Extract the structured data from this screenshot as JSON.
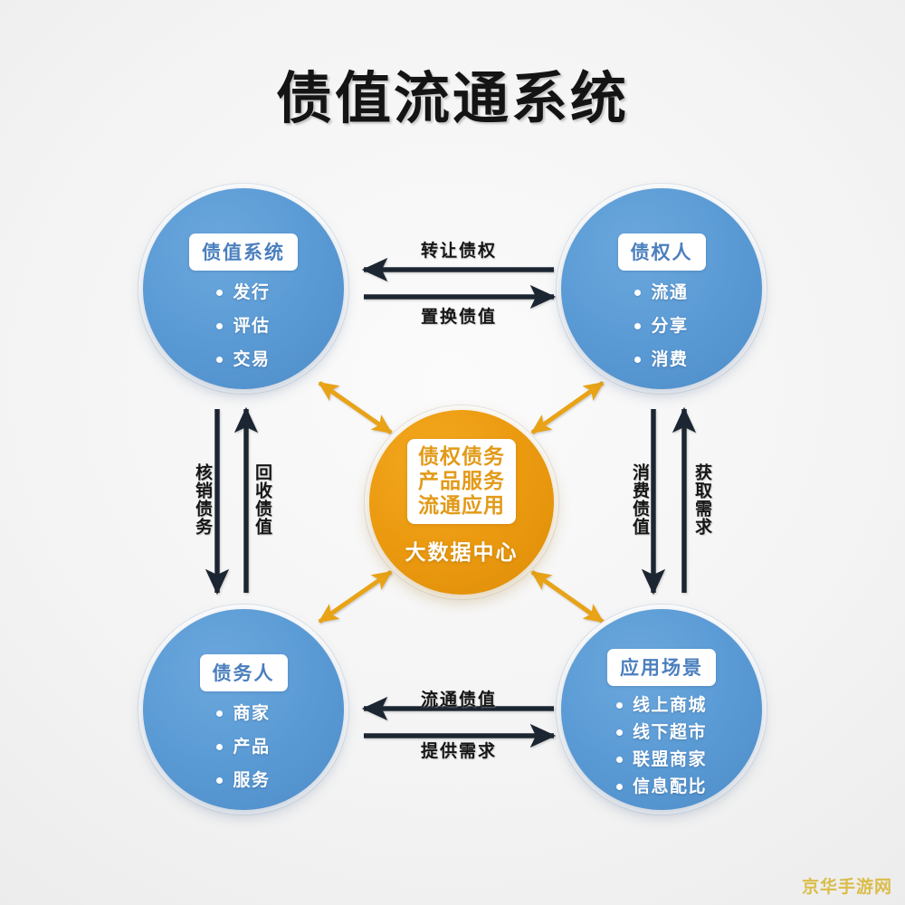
{
  "title": "债值流通系统",
  "colors": {
    "node_blue": "#5b9bd5",
    "hub_orange": "#eb9a10",
    "arrow_dark": "#1f2733",
    "arrow_orange": "#e8a317",
    "background": "#f2f2f2",
    "watermark": "#d9b93c"
  },
  "nodes": {
    "top_left": {
      "label": "债值系统",
      "items": [
        "发行",
        "评估",
        "交易"
      ]
    },
    "top_right": {
      "label": "债权人",
      "items": [
        "流通",
        "分享",
        "消费"
      ]
    },
    "bottom_left": {
      "label": "债务人",
      "items": [
        "商家",
        "产品",
        "服务"
      ]
    },
    "bottom_right": {
      "label": "应用场景",
      "items": [
        "线上商城",
        "线下超市",
        "联盟商家",
        "信息配比"
      ]
    }
  },
  "hub": {
    "lines": [
      "债权债务",
      "产品服务",
      "流通应用"
    ],
    "subtitle": "大数据中心"
  },
  "arrows": {
    "top_upper": {
      "label": "转让债权",
      "direction": "left",
      "from": "债权人",
      "to": "债值系统"
    },
    "top_lower": {
      "label": "置换债值",
      "direction": "right",
      "from": "债值系统",
      "to": "债权人"
    },
    "bottom_upper": {
      "label": "流通债值",
      "direction": "left",
      "from": "应用场景",
      "to": "债务人"
    },
    "bottom_lower": {
      "label": "提供需求",
      "direction": "right",
      "from": "债务人",
      "to": "应用场景"
    },
    "left_down": {
      "label": "核销债务",
      "direction": "down",
      "from": "债值系统",
      "to": "债务人"
    },
    "left_up": {
      "label": "回收债值",
      "direction": "up",
      "from": "债务人",
      "to": "债值系统"
    },
    "right_down": {
      "label": "消费债值",
      "direction": "down",
      "from": "债权人",
      "to": "应用场景"
    },
    "right_up": {
      "label": "获取需求",
      "direction": "up",
      "from": "应用场景",
      "to": "债权人"
    },
    "hub_links": [
      {
        "direction": "both",
        "endpoints": [
          "大数据中心",
          "债值系统"
        ]
      },
      {
        "direction": "both",
        "endpoints": [
          "大数据中心",
          "债权人"
        ]
      },
      {
        "direction": "both",
        "endpoints": [
          "大数据中心",
          "债务人"
        ]
      },
      {
        "direction": "both",
        "endpoints": [
          "大数据中心",
          "应用场景"
        ]
      }
    ]
  },
  "watermark": "京华手游网"
}
